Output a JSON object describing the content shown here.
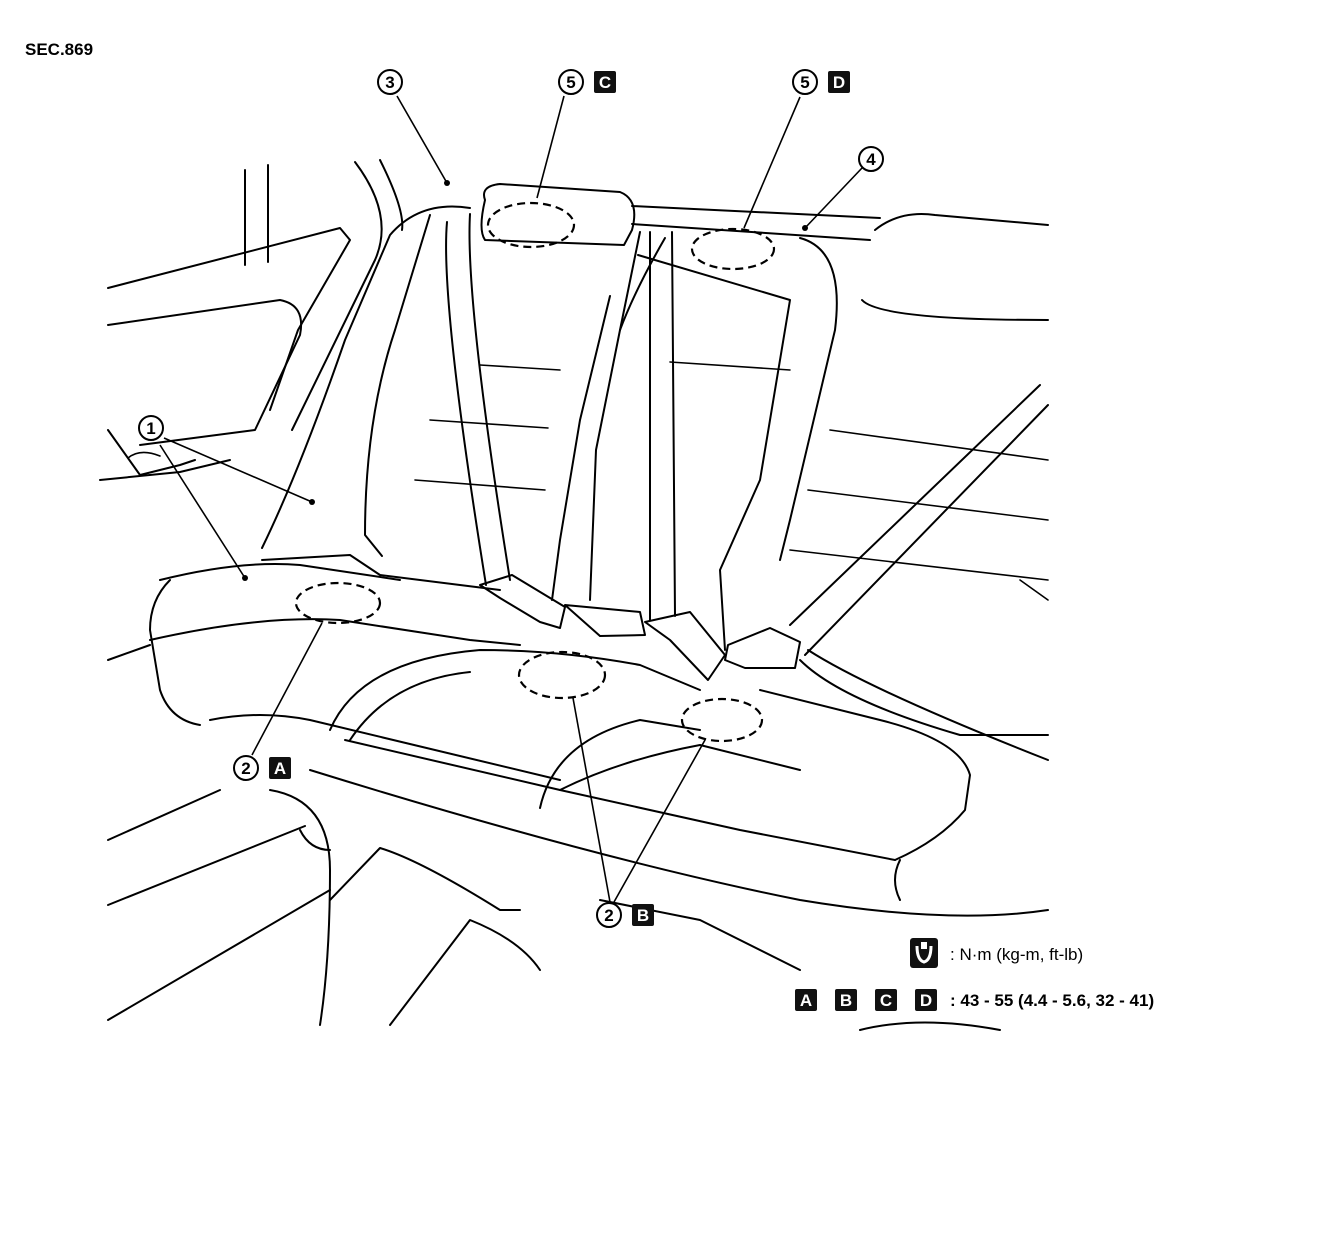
{
  "section_label": "SEC.869",
  "callouts": [
    {
      "num": "1",
      "letter": ""
    },
    {
      "num": "2",
      "letter": "A"
    },
    {
      "num": "2",
      "letter": "B"
    },
    {
      "num": "3",
      "letter": ""
    },
    {
      "num": "4",
      "letter": ""
    },
    {
      "num": "5",
      "letter": "C"
    },
    {
      "num": "5",
      "letter": "D"
    }
  ],
  "legend": {
    "wrench_icon": "torque-wrench-icon",
    "unit_text": ":  N·m  (kg-m,  ft-lb)",
    "keys": [
      "A",
      "B",
      "C",
      "D"
    ],
    "torque_text": ":  43  -  55  (4.4  -  5.6,  32  -  41)"
  }
}
